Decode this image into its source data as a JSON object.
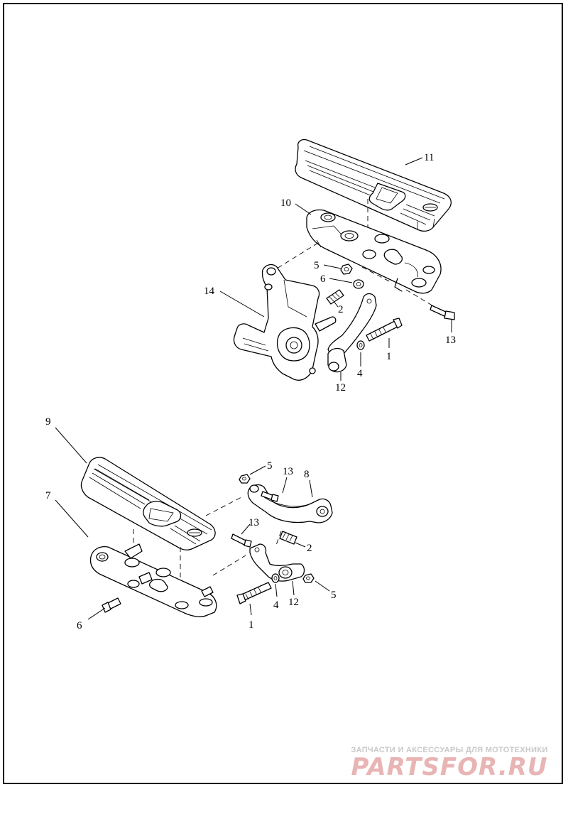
{
  "callouts": {
    "upper": {
      "c11": "11",
      "c10": "10",
      "c5": "5",
      "c6": "6",
      "c14": "14",
      "c2": "2",
      "c13": "13",
      "c1": "1",
      "c4": "4",
      "c12": "12"
    },
    "lower": {
      "c9": "9",
      "c7": "7",
      "c6": "6",
      "c5a": "5",
      "c13a": "13",
      "c8": "8",
      "c13b": "13",
      "c2": "2",
      "c5b": "5",
      "c12": "12",
      "c4": "4",
      "c1": "1"
    }
  },
  "watermark": {
    "tagline": "ЗАПЧАСТИ И АКСЕССУАРЫ ДЛЯ МОТОТЕХНИКИ",
    "logo": "PARTSFOR.RU"
  }
}
